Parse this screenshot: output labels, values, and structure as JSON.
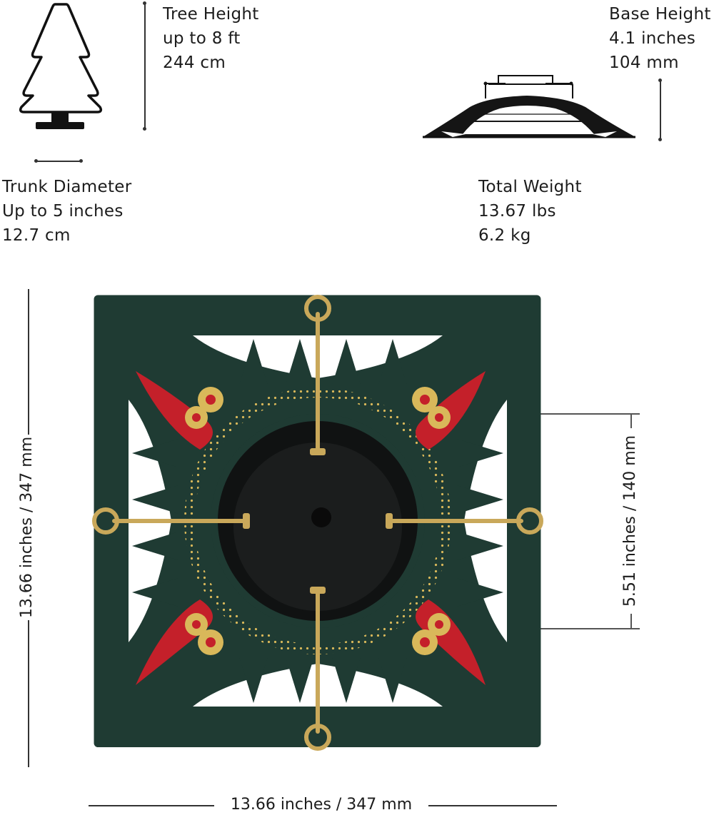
{
  "specs": {
    "tree_height": {
      "label": "Tree Height",
      "line1": "up to 8 ft",
      "line2": "244 cm"
    },
    "base_height": {
      "label": "Base Height",
      "line1": "4.1 inches",
      "line2": "104 mm"
    },
    "trunk_diameter": {
      "label": "Trunk Diameter",
      "line1": "Up to 5 inches",
      "line2": "12.7  cm"
    },
    "total_weight": {
      "label": "Total Weight",
      "line1": "13.67 lbs",
      "line2": "6.2 kg"
    }
  },
  "dimensions": {
    "height": "13.66 inches / 347 mm",
    "width": "13.66 inches / 347 mm",
    "bowl": "5.51 inches / 140 mm"
  },
  "colors": {
    "stand_green": "#1f3b33",
    "ornament_red": "#c4202a",
    "ornament_gold": "#d9b85a",
    "bowl_black": "#1b1d1d",
    "brass": "#c9a85a"
  },
  "icons": [
    "tree-outline-icon",
    "base-profile-icon"
  ]
}
